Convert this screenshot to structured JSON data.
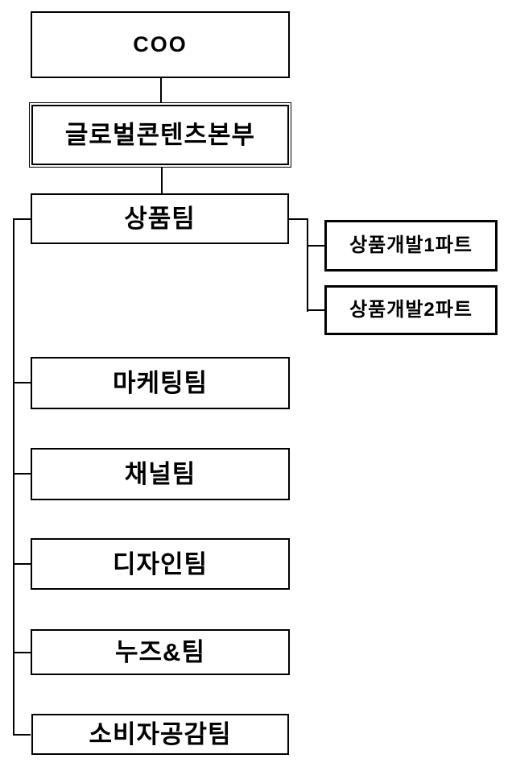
{
  "diagram": {
    "type": "org-chart",
    "colors": {
      "background": "#ffffff",
      "border": "#000000",
      "text": "#000000"
    }
  },
  "nodes": {
    "coo": "COO",
    "hq": "글로벌콘텐츠본부",
    "product": "상품팀",
    "part1": "상품개발1파트",
    "part2": "상품개발2파트",
    "marketing": "마케팅팀",
    "channel": "채널팀",
    "design": "디자인팀",
    "nudge": "누즈&팀",
    "consumer": "소비자공감팀"
  },
  "edges": [
    {
      "from": "COO",
      "to": "글로벌콘텐츠본부"
    },
    {
      "from": "글로벌콘텐츠본부",
      "to": "상품팀"
    },
    {
      "from": "글로벌콘텐츠본부",
      "to": "마케팅팀"
    },
    {
      "from": "글로벌콘텐츠본부",
      "to": "채널팀"
    },
    {
      "from": "글로벌콘텐츠본부",
      "to": "디자인팀"
    },
    {
      "from": "글로벌콘텐츠본부",
      "to": "누즈&팀"
    },
    {
      "from": "글로벌콘텐츠본부",
      "to": "소비자공감팀"
    },
    {
      "from": "상품팀",
      "to": "상품개발1파트"
    },
    {
      "from": "상품팀",
      "to": "상품개발2파트"
    }
  ]
}
